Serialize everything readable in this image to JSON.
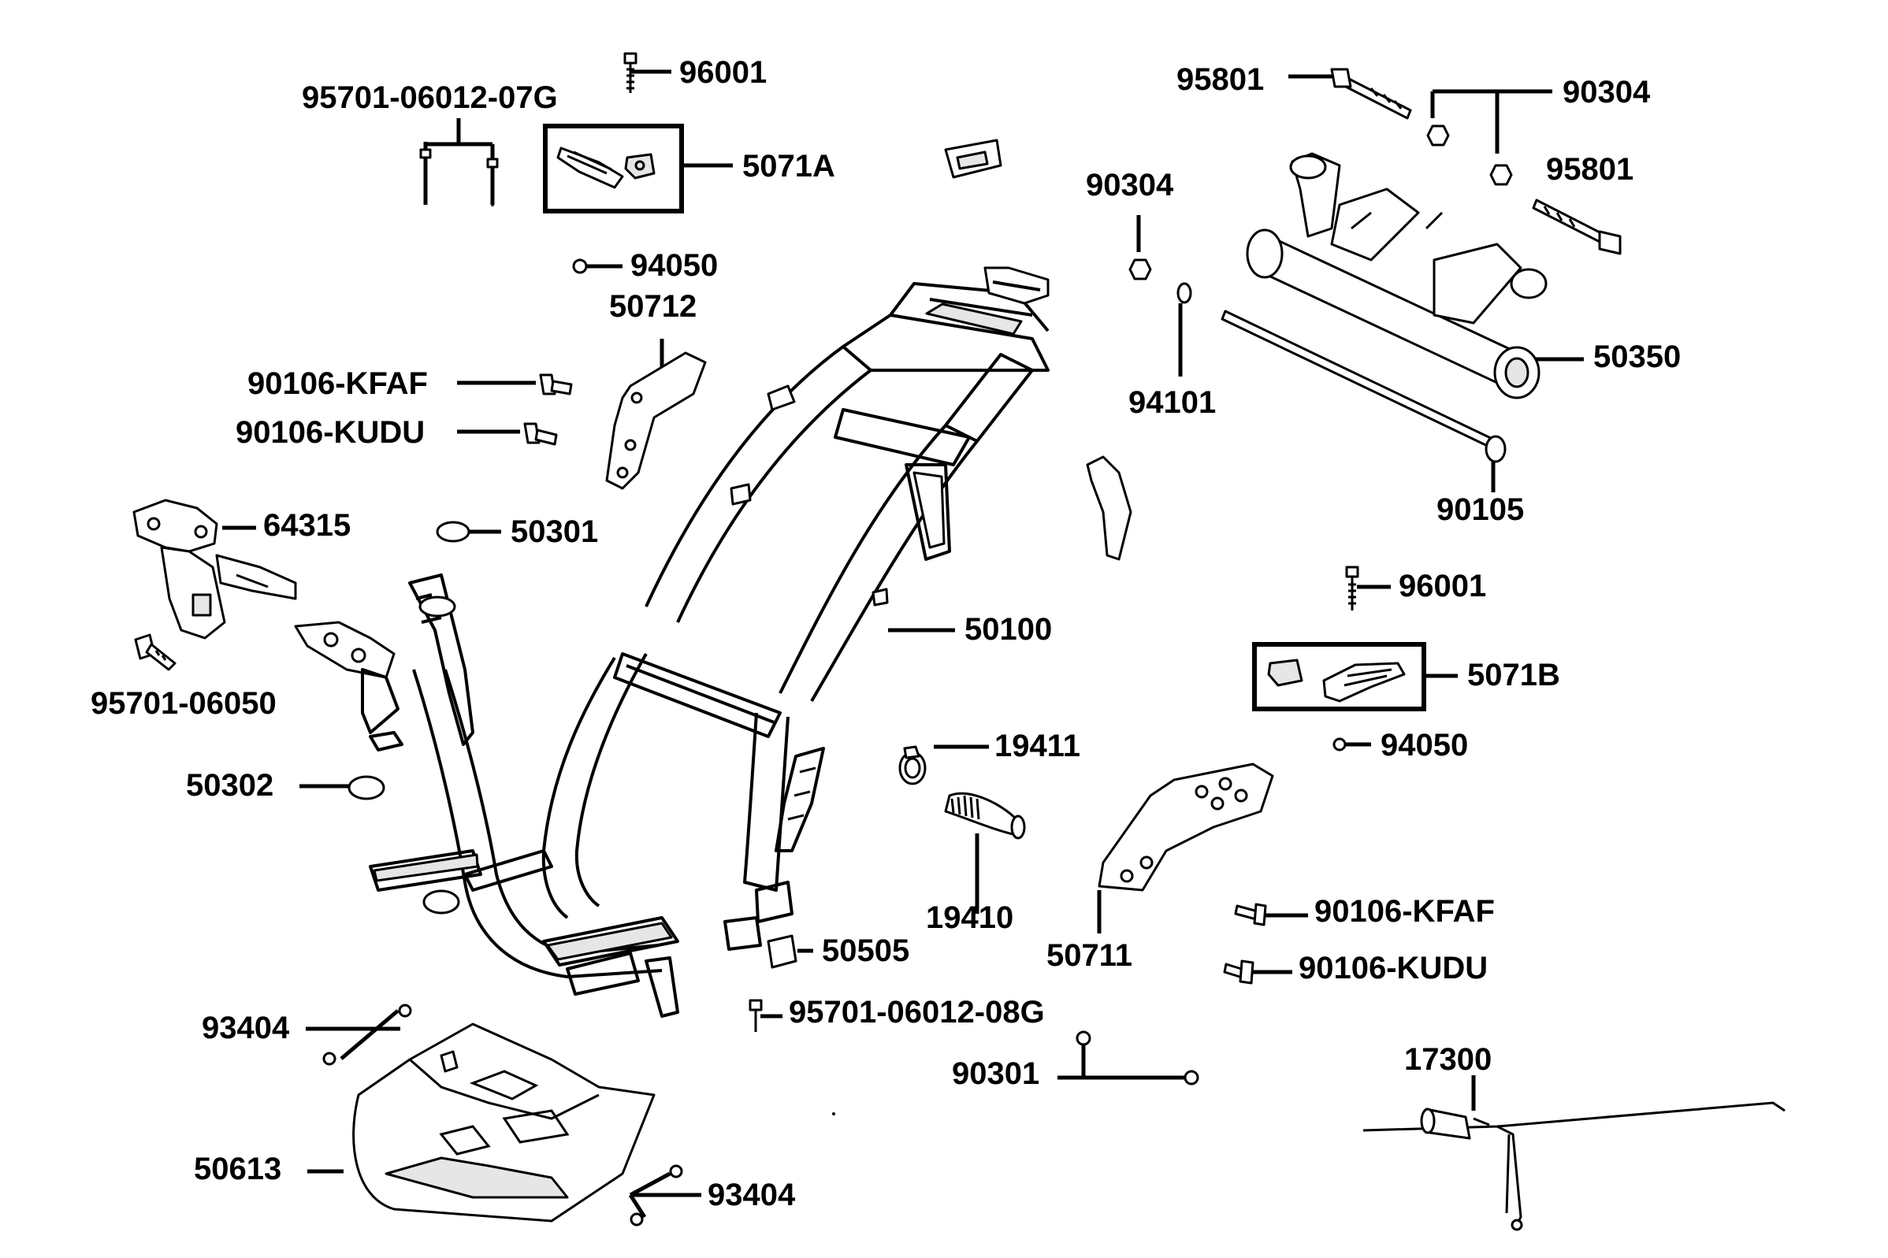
{
  "diagram": {
    "labels": {
      "p95701_07g": "95701-06012-07G",
      "p96001_top": "96001",
      "p5071a": "5071A",
      "p95801_top": "95801",
      "p90304_top": "90304",
      "p90304_mid": "90304",
      "p95801_right": "95801",
      "p94050_top": "94050",
      "p50712": "50712",
      "p90106_kfaf_top": "90106-KFAF",
      "p90106_kudu_top": "90106-KUDU",
      "p94101": "94101",
      "p50350": "50350",
      "p64315": "64315",
      "p50301": "50301",
      "p90105": "90105",
      "p96001_right": "96001",
      "p50100": "50100",
      "p95701_06050": "95701-06050",
      "p5071b": "5071B",
      "p94050_right": "94050",
      "p19411": "19411",
      "p50302": "50302",
      "p19410": "19410",
      "p50505": "50505",
      "p50711": "50711",
      "p90106_kfaf_bottom": "90106-KFAF",
      "p90106_kudu_bottom": "90106-KUDU",
      "p93404_top": "93404",
      "p95701_08g": "95701-06012-08G",
      "p90301": "90301",
      "p17300": "17300",
      "p50613": "50613",
      "p93404_bottom": "93404"
    },
    "colors": {
      "ink": "#000000",
      "background": "#ffffff",
      "part_fill": "#e6e6e6"
    }
  }
}
